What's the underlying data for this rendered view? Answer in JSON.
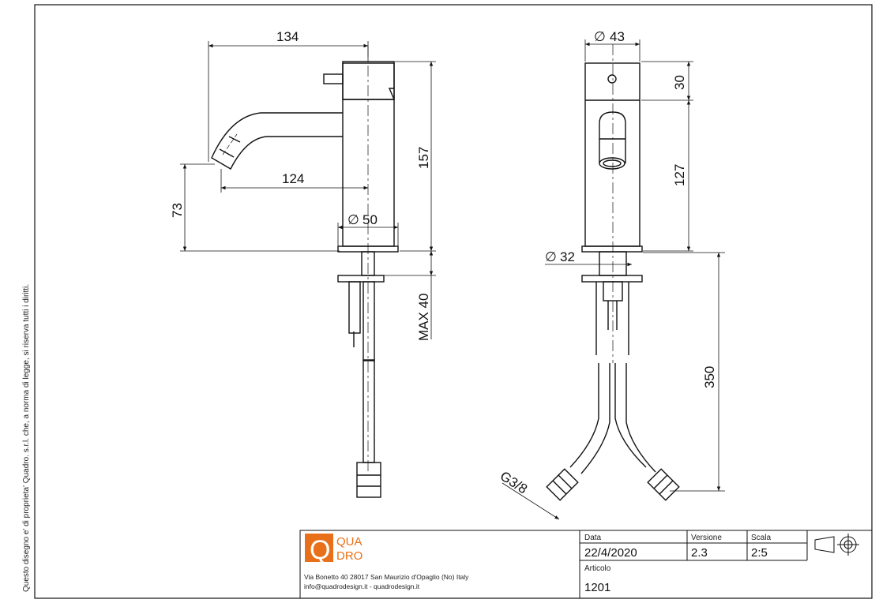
{
  "dimensions": {
    "width_134": "134",
    "spout_124": "124",
    "height_73": "73",
    "height_157": "157",
    "diameter_50": "50",
    "max_40": "MAX 40",
    "diameter_43": "43",
    "height_30": "30",
    "height_127": "127",
    "diameter_32": "32",
    "hose_350": "350",
    "thread_g38": "G3/8"
  },
  "diameter_symbol": "∅",
  "side_note": "Questo disegno e' di proprieta' Quadro. s.r.l. che, a norma di legge, si riserva tutti i diritti.",
  "title_block": {
    "logo_letter": "Q",
    "logo_line1": "QUA",
    "logo_line2": "DRO",
    "address_line1": "Via Bonetto 40  28017 San Maurizio d'Opaglio (No) Italy",
    "address_line2": "info@quadrodesign.it  -  quadrodesign.it",
    "date_label": "Data",
    "date_value": "22/4/2020",
    "version_label": "Versione",
    "version_value": "2.3",
    "scale_label": "Scala",
    "scale_value": "2:5",
    "article_label": "Articolo",
    "article_value": "1201"
  },
  "colors": {
    "brand": "#e8701a",
    "line": "#111111"
  }
}
